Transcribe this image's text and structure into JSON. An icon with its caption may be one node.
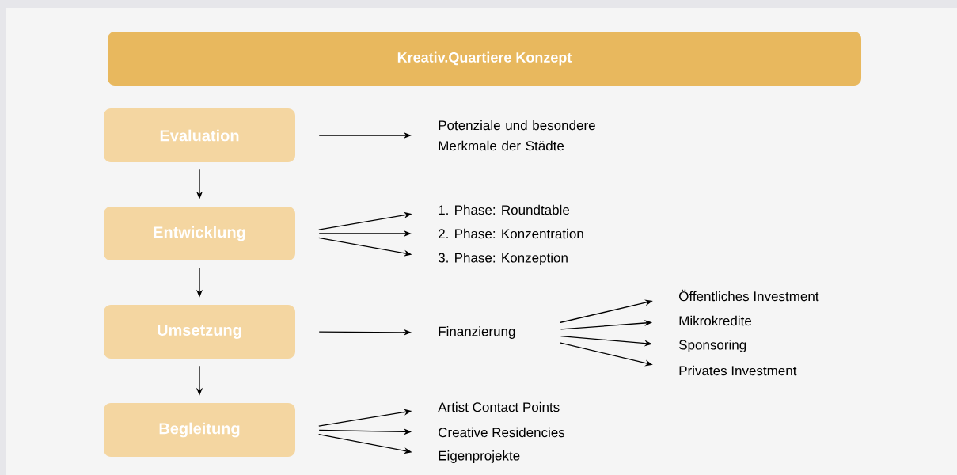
{
  "diagram": {
    "nodes": [
      {
        "text": [
          "Kreativ.Quartiere Konzept"
        ]
      },
      {
        "text": [
          "Evaluation"
        ]
      },
      {
        "text": [
          "Entwicklung"
        ]
      },
      {
        "text": [
          "Umsetzung"
        ]
      },
      {
        "text": [
          "Begleitung"
        ]
      },
      {
        "text": [
          "Potenziale und besondere Merkmale der Städte"
        ]
      },
      {
        "text": [
          "1. Phase:  Roundtable"
        ]
      },
      {
        "text": [
          "2. Phase:  Konzentration"
        ]
      },
      {
        "text": [
          "3. Phase: Konzeption"
        ]
      },
      {
        "text": [
          "Finanzierung"
        ]
      },
      {
        "text": [
          "Öffentliches Investment"
        ]
      },
      {
        "text": [
          "Mikrokredite"
        ]
      },
      {
        "text": [
          "Sponsoring"
        ]
      },
      {
        "text": [
          "Privates Investment"
        ]
      },
      {
        "text": [
          "Artist Contact Points"
        ]
      },
      {
        "text": [
          "Creative Residencies"
        ]
      },
      {
        "text": [
          "Eigenprojekte"
        ]
      }
    ],
    "edges": [
      {
        "from": 1,
        "to": 2,
        "arrow": "to"
      },
      {
        "from": 2,
        "to": 3,
        "arrow": "to"
      },
      {
        "from": 3,
        "to": 4,
        "arrow": "to"
      },
      {
        "from": 1,
        "to": 5,
        "arrow": "to"
      },
      {
        "from": 2,
        "to": 6,
        "arrow": "to"
      },
      {
        "from": 2,
        "to": 7,
        "arrow": "to"
      },
      {
        "from": 2,
        "to": 8,
        "arrow": "to"
      },
      {
        "from": 3,
        "to": 9,
        "arrow": "to"
      },
      {
        "from": 9,
        "to": 10,
        "arrow": "to"
      },
      {
        "from": 9,
        "to": 11,
        "arrow": "to"
      },
      {
        "from": 9,
        "to": 12,
        "arrow": "to"
      },
      {
        "from": 9,
        "to": 13,
        "arrow": "to"
      },
      {
        "from": 4,
        "to": 14,
        "arrow": "to"
      },
      {
        "from": 4,
        "to": 15,
        "arrow": "to"
      },
      {
        "from": 4,
        "to": 16,
        "arrow": "to"
      }
    ]
  }
}
